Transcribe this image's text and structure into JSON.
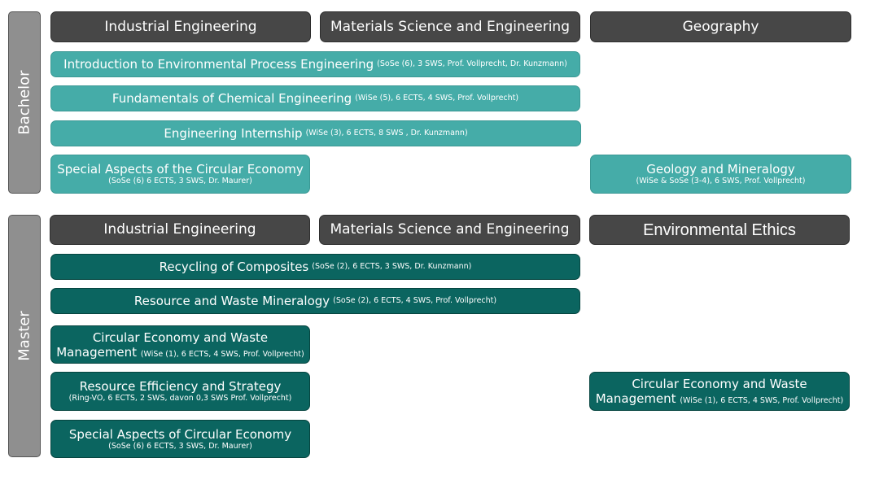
{
  "levels": {
    "bachelor": "Bachelor",
    "master": "Master"
  },
  "bachelor": {
    "headers": [
      "Industrial Engineering",
      "Materials Science and Engineering",
      "Geography"
    ],
    "courses": [
      {
        "title": "Introduction to Environmental Process Engineering",
        "details": "(SoSe (6), 3 SWS, Prof. Vollprecht, Dr. Kunzmann)"
      },
      {
        "title": "Fundamentals of Chemical Engineering",
        "details": "(WiSe (5), 6 ECTS, 4 SWS, Prof. Vollprecht)"
      },
      {
        "title": "Engineering Internship",
        "details": "(WiSe (3), 6 ECTS, 8 SWS , Dr. Kunzmann)"
      },
      {
        "title": "Special Aspects of the Circular Economy",
        "details": "(SoSe (6) 6 ECTS, 3 SWS, Dr. Maurer)"
      },
      {
        "title": "Geology and Mineralogy",
        "details": "(WiSe & SoSe (3-4), 6 SWS, Prof. Vollprecht)"
      }
    ]
  },
  "master": {
    "headers": [
      "Industrial Engineering",
      "Materials Science and Engineering",
      "Environmental Ethics"
    ],
    "courses": [
      {
        "title": "Recycling of Composites",
        "details": "(SoSe (2), 6 ECTS, 3 SWS, Dr. Kunzmann)"
      },
      {
        "title": "Resource and Waste Mineralogy",
        "details": "(SoSe (2), 6 ECTS, 4 SWS, Prof. Vollprecht)"
      },
      {
        "title1": "Circular Economy and Waste",
        "title2": "Management",
        "details": "(WiSe (1), 6 ECTS, 4 SWS, Prof. Vollprecht)"
      },
      {
        "title": "Resource Efficiency and Strategy",
        "details": "(Ring-VO, 6 ECTS, 2 SWS, davon 0,3 SWS Prof. Vollprecht)"
      },
      {
        "title": "Special Aspects of Circular Economy",
        "details": "(SoSe (6) 6 ECTS, 3 SWS, Dr. Maurer)"
      },
      {
        "title1": "Circular Economy and Waste",
        "title2": "Management",
        "details": "(WiSe (1), 6 ECTS, 4 SWS, Prof. Vollprecht)"
      }
    ]
  },
  "colors": {
    "header": "#474747",
    "bachelor_course": "#45aca8",
    "master_course": "#0b6560",
    "level_bar": "#8f8f8f"
  }
}
